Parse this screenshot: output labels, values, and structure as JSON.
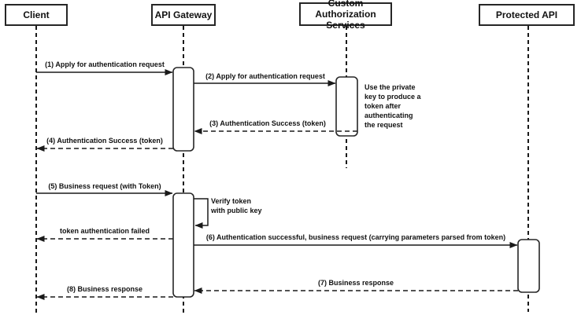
{
  "diagram": {
    "type": "sequence-diagram",
    "participants": [
      {
        "id": "client",
        "label": "Client"
      },
      {
        "id": "api-gateway",
        "label": "API Gateway"
      },
      {
        "id": "custom-authorization-services",
        "label": "Custom Authorization\nServices"
      },
      {
        "id": "protected-api",
        "label": "Protected API"
      }
    ],
    "messages": [
      {
        "num": 1,
        "label": "(1) Apply for authentication request",
        "from": "client",
        "to": "api-gateway",
        "style": "solid"
      },
      {
        "num": 2,
        "label": "(2) Apply for authentication request",
        "from": "api-gateway",
        "to": "custom-authorization-services",
        "style": "solid"
      },
      {
        "num": 3,
        "label": "(3) Authentication Success (token)",
        "from": "custom-authorization-services",
        "to": "api-gateway",
        "style": "dashed"
      },
      {
        "num": 4,
        "label": "(4) Authentication Success (token)",
        "from": "api-gateway",
        "to": "client",
        "style": "dashed"
      },
      {
        "num": 5,
        "label": "(5) Business request (with Token)",
        "from": "client",
        "to": "api-gateway",
        "style": "solid"
      },
      {
        "num": 6,
        "label": "Verify token\nwith public key",
        "from": "api-gateway",
        "to": "api-gateway",
        "style": "self"
      },
      {
        "num": 7,
        "label": "token authentication failed",
        "from": "api-gateway",
        "to": "client",
        "style": "dashed"
      },
      {
        "num": 8,
        "label": "(6) Authentication successful, business request (carrying parameters parsed from token)",
        "from": "api-gateway",
        "to": "protected-api",
        "style": "solid"
      },
      {
        "num": 9,
        "label": "(7) Business response",
        "from": "protected-api",
        "to": "api-gateway",
        "style": "dashed"
      },
      {
        "num": 10,
        "label": "(8) Business response",
        "from": "api-gateway",
        "to": "client",
        "style": "dashed"
      }
    ],
    "note": {
      "label": "Use the private\nkey to produce a\ntoken after\nauthenticating\nthe request"
    },
    "colors": {
      "line": "#1a1a1a",
      "text": "#111111",
      "background": "#ffffff"
    }
  }
}
